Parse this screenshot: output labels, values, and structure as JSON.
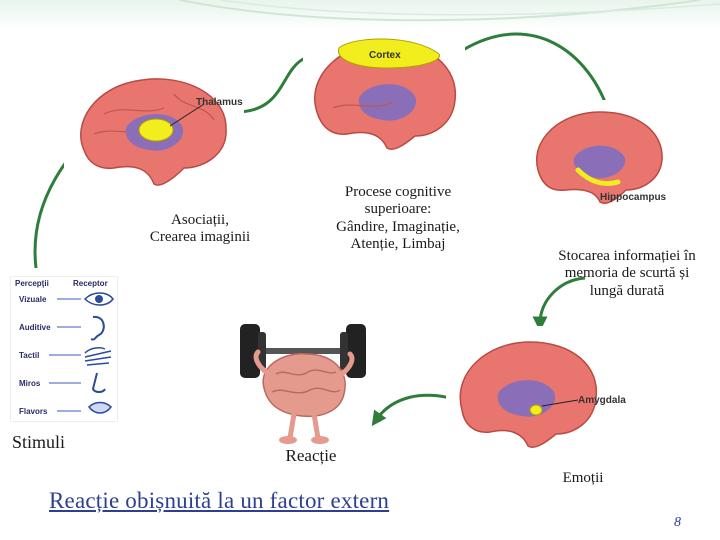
{
  "brains": {
    "thalamus_label": "Thalamus",
    "cortex_label": "Cortex",
    "hippocampus_label": "Hippocampus",
    "amygdala_label": "Amygdala"
  },
  "steps": {
    "asociatii": "Asociații,\nCrearea imaginii",
    "procese": "Procese cognitive\nsuperioare:\nGândire, Imaginație,\nAtenție, Limbaj",
    "stocarea": "Stocarea informației în\nmemoria de scurtă și\nlungă durată",
    "emotii": "Emoții",
    "reactie": "Reacție",
    "stimuli": "Stimuli"
  },
  "legend": {
    "header_left": "Percepţii",
    "header_right": "Receptor",
    "rows": [
      "Vizuale",
      "Auditive",
      "Tactil",
      "Miros",
      "Flavors"
    ]
  },
  "title": "Reacție obișnuită la un factor extern",
  "page_number": "8",
  "colors": {
    "arrow": "#2e7d3a",
    "title": "#2e3f8f",
    "brain": "#e8766e",
    "highlight": "#f2ee1e",
    "inner": "#8a6fb8"
  }
}
